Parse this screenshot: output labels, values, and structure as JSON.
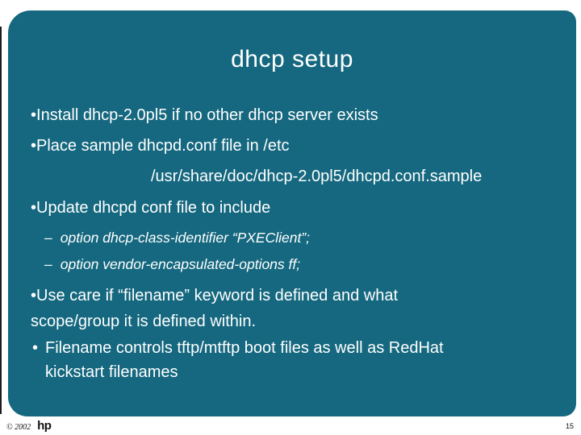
{
  "slide": {
    "title": "dhcp setup",
    "bullets": [
      {
        "marker": "•",
        "text": "Install dhcp-2.0pl5 if no other dhcp server exists"
      },
      {
        "marker": "•",
        "text": "Place sample dhcpd.conf file in /etc"
      },
      {
        "marker": "",
        "text": "/usr/share/doc/dhcp-2.0pl5/dhcpd.conf.sample"
      },
      {
        "marker": "•",
        "text": "Update dhcpd conf file to include"
      },
      {
        "marker": "–",
        "text": "option dhcp-class-identifier “PXEClient”;"
      },
      {
        "marker": "–",
        "text": "option vendor-encapsulated-options ff;"
      },
      {
        "marker": "•",
        "text": "Use care if “filename” keyword is defined and what\nscope/group it is defined within."
      },
      {
        "marker": "•",
        "text": "Filename controls tftp/mtftp boot files as well as RedHat\nkickstart filenames"
      }
    ]
  },
  "footer": {
    "copyright": "© 2002",
    "brand": "hp",
    "page_number": "15"
  },
  "colors": {
    "slide_background": "#15687F",
    "body_text": "#FFFFFF",
    "footer_text": "#111111",
    "edge_line": "#1C1C1C"
  }
}
